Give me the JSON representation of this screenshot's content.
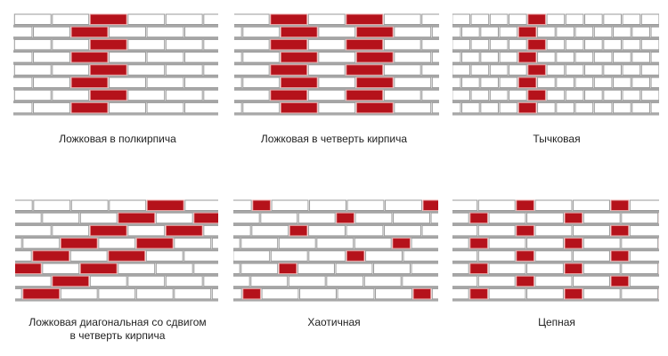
{
  "panels": [
    {
      "id": "p1",
      "label": "Ложковая в полкирпича",
      "label2": ""
    },
    {
      "id": "p2",
      "label": "Ложковая в четверть кирпича",
      "label2": ""
    },
    {
      "id": "p3",
      "label": "Тычковая",
      "label2": ""
    },
    {
      "id": "p4",
      "label": "Ложковая диагональная со сдвигом",
      "label2": "в четверть кирпича"
    },
    {
      "id": "p5",
      "label": "Хаотичная",
      "label2": ""
    },
    {
      "id": "p6",
      "label": "Цепная",
      "label2": ""
    }
  ],
  "colors": {
    "brick_red": "#b5121b",
    "brick_white": "#ffffff",
    "mortar": "#a8a8a8"
  }
}
